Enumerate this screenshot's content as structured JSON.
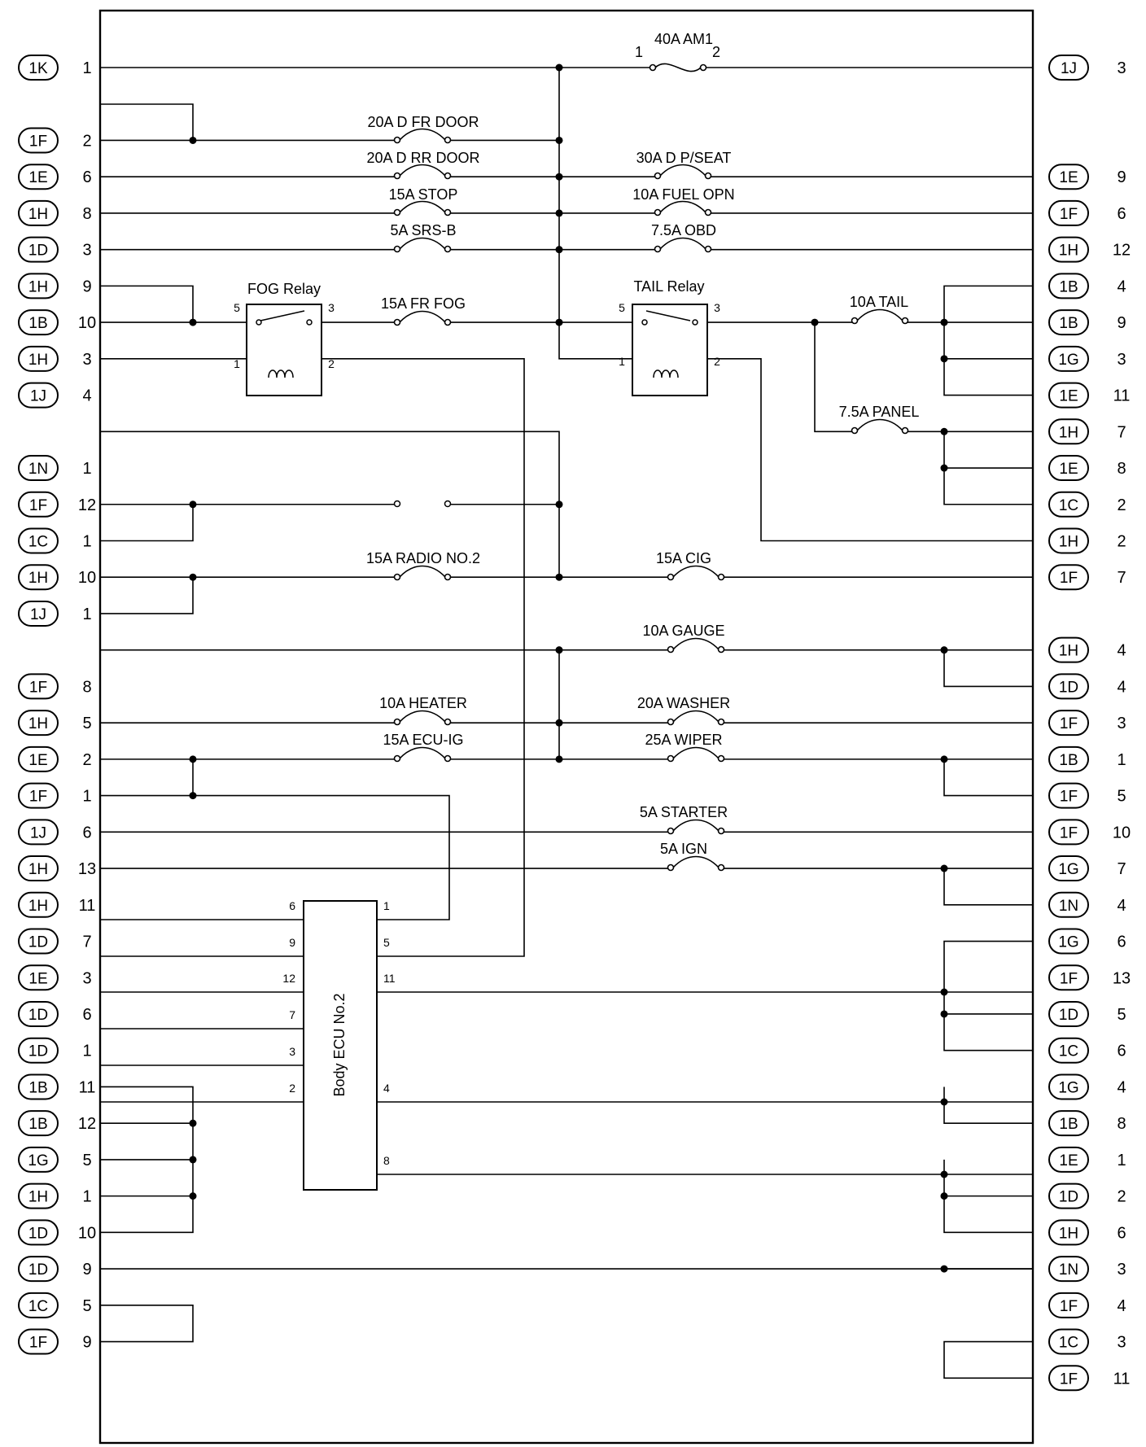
{
  "left_connectors": [
    {
      "conn": "1K",
      "pin": "1"
    },
    {
      "conn": "1F",
      "pin": "2"
    },
    {
      "conn": "1E",
      "pin": "6"
    },
    {
      "conn": "1H",
      "pin": "8"
    },
    {
      "conn": "1D",
      "pin": "3"
    },
    {
      "conn": "1H",
      "pin": "9"
    },
    {
      "conn": "1B",
      "pin": "10"
    },
    {
      "conn": "1H",
      "pin": "3"
    },
    {
      "conn": "1J",
      "pin": "4"
    },
    {
      "conn": "1N",
      "pin": "1"
    },
    {
      "conn": "1F",
      "pin": "12"
    },
    {
      "conn": "1C",
      "pin": "1"
    },
    {
      "conn": "1H",
      "pin": "10"
    },
    {
      "conn": "1J",
      "pin": "1"
    },
    {
      "conn": "1F",
      "pin": "8"
    },
    {
      "conn": "1H",
      "pin": "5"
    },
    {
      "conn": "1E",
      "pin": "2"
    },
    {
      "conn": "1F",
      "pin": "1"
    },
    {
      "conn": "1J",
      "pin": "6"
    },
    {
      "conn": "1H",
      "pin": "13"
    },
    {
      "conn": "1H",
      "pin": "11"
    },
    {
      "conn": "1D",
      "pin": "7"
    },
    {
      "conn": "1E",
      "pin": "3"
    },
    {
      "conn": "1D",
      "pin": "6"
    },
    {
      "conn": "1D",
      "pin": "1"
    },
    {
      "conn": "1B",
      "pin": "11"
    },
    {
      "conn": "1B",
      "pin": "12"
    },
    {
      "conn": "1G",
      "pin": "5"
    },
    {
      "conn": "1H",
      "pin": "1"
    },
    {
      "conn": "1D",
      "pin": "10"
    },
    {
      "conn": "1D",
      "pin": "9"
    },
    {
      "conn": "1C",
      "pin": "5"
    },
    {
      "conn": "1F",
      "pin": "9"
    }
  ],
  "right_connectors": [
    {
      "conn": "1J",
      "pin": "3"
    },
    {
      "conn": "1E",
      "pin": "9"
    },
    {
      "conn": "1F",
      "pin": "6"
    },
    {
      "conn": "1H",
      "pin": "12"
    },
    {
      "conn": "1B",
      "pin": "4"
    },
    {
      "conn": "1B",
      "pin": "9"
    },
    {
      "conn": "1G",
      "pin": "3"
    },
    {
      "conn": "1E",
      "pin": "11"
    },
    {
      "conn": "1H",
      "pin": "7"
    },
    {
      "conn": "1E",
      "pin": "8"
    },
    {
      "conn": "1C",
      "pin": "2"
    },
    {
      "conn": "1H",
      "pin": "2"
    },
    {
      "conn": "1F",
      "pin": "7"
    },
    {
      "conn": "1H",
      "pin": "4"
    },
    {
      "conn": "1D",
      "pin": "4"
    },
    {
      "conn": "1F",
      "pin": "3"
    },
    {
      "conn": "1B",
      "pin": "1"
    },
    {
      "conn": "1F",
      "pin": "5"
    },
    {
      "conn": "1F",
      "pin": "10"
    },
    {
      "conn": "1G",
      "pin": "7"
    },
    {
      "conn": "1N",
      "pin": "4"
    },
    {
      "conn": "1G",
      "pin": "6"
    },
    {
      "conn": "1F",
      "pin": "13"
    },
    {
      "conn": "1D",
      "pin": "5"
    },
    {
      "conn": "1C",
      "pin": "6"
    },
    {
      "conn": "1G",
      "pin": "4"
    },
    {
      "conn": "1B",
      "pin": "8"
    },
    {
      "conn": "1E",
      "pin": "1"
    },
    {
      "conn": "1D",
      "pin": "2"
    },
    {
      "conn": "1H",
      "pin": "6"
    },
    {
      "conn": "1N",
      "pin": "3"
    },
    {
      "conn": "1F",
      "pin": "4"
    },
    {
      "conn": "1C",
      "pin": "3"
    },
    {
      "conn": "1F",
      "pin": "11"
    }
  ],
  "fuses": [
    {
      "label": "40A AM1",
      "pin_in": "1",
      "pin_out": "2"
    },
    {
      "label": "20A D FR DOOR"
    },
    {
      "label": "20A D RR DOOR"
    },
    {
      "label": "30A D P/SEAT"
    },
    {
      "label": "15A STOP"
    },
    {
      "label": "10A FUEL OPN"
    },
    {
      "label": "5A SRS-B"
    },
    {
      "label": "7.5A OBD"
    },
    {
      "label": "15A FR FOG"
    },
    {
      "label": "10A TAIL"
    },
    {
      "label": "7.5A PANEL"
    },
    {
      "label": "15A RADIO NO.2"
    },
    {
      "label": "15A CIG"
    },
    {
      "label": "10A GAUGE"
    },
    {
      "label": "10A HEATER"
    },
    {
      "label": "20A WASHER"
    },
    {
      "label": "15A ECU-IG"
    },
    {
      "label": "25A WIPER"
    },
    {
      "label": "5A STARTER"
    },
    {
      "label": "5A IGN"
    }
  ],
  "relays": [
    {
      "label": "FOG Relay",
      "pins": [
        "5",
        "3",
        "1",
        "2"
      ]
    },
    {
      "label": "TAIL Relay",
      "pins": [
        "5",
        "3",
        "1",
        "2"
      ]
    }
  ],
  "ecu": {
    "label": "Body ECU No.2",
    "left_pins": [
      "6",
      "9",
      "12",
      "7",
      "3",
      "2"
    ],
    "right_pins": [
      "1",
      "5",
      "11",
      "4",
      "8"
    ]
  }
}
